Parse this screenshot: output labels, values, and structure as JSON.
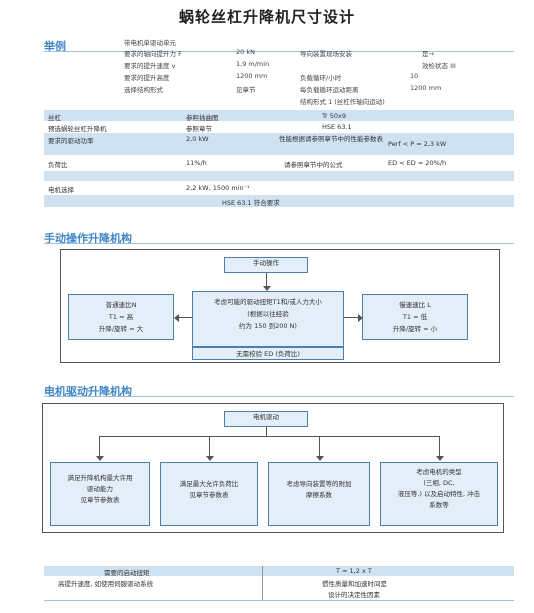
{
  "page": {
    "title": "蜗轮丝杠升降机尺寸设计"
  },
  "sections": {
    "example": "举例",
    "manual": "手动操作升降机构",
    "motor": "电机驱动升降机构"
  },
  "example": {
    "left": [
      {
        "label": "带电机单驱动单元",
        "value": ""
      },
      {
        "label": "要求的轴向提升力 F",
        "value": "20 kN"
      },
      {
        "label": "要求的提升速度 v",
        "value": "1,9 m/min"
      },
      {
        "label": "要求的提升高度",
        "value": "1200 mm"
      },
      {
        "label": "选择结构形式",
        "value": "见章节"
      }
    ],
    "right": [
      {
        "label": "导向装置现场安装",
        "value": "是→"
      },
      {
        "label": "",
        "value": "效检状态 III"
      },
      {
        "label": "负载循环/小时",
        "value": "10"
      },
      {
        "label": "每负载循环运动距离",
        "value": "1200 mm"
      },
      {
        "label": "结构形式 1 (丝杠作轴向运动)",
        "value": ""
      }
    ]
  },
  "table": {
    "rows": [
      {
        "c1": "丝杠",
        "c2": "参照插曲图",
        "c3": "Tr 50x9",
        "c4": "",
        "shade": true
      },
      {
        "c1": "预选蜗轮丝杠升降机",
        "c2": "参照章节",
        "c3": "HSE 63.1",
        "c4": "",
        "shade": false
      },
      {
        "c1": "要求的驱动功率",
        "c2": "2,0 kW",
        "c3": "性能根据请参照章节中的性能参数表",
        "c4": "Perf < P = 2,3 kW",
        "shade": true
      },
      {
        "c1": "负荷比",
        "c2": "11%/h",
        "c3": "请参照章节中的公式",
        "c4": "ED < ED = 20%/h",
        "shade": false
      },
      {
        "c1": "",
        "c2": "",
        "c3": "",
        "c4": "",
        "shade": true
      },
      {
        "c1": "电机选择",
        "c2": "2,2 kW, 1500 min⁻¹",
        "c3": "",
        "c4": "",
        "shade": false
      },
      {
        "c1": "",
        "c2": "HSE 63.1 符合要求",
        "c3": "",
        "c4": "",
        "shade": true
      }
    ]
  },
  "manual_flow": {
    "head": "手动操作",
    "center_lines": [
      "考虑可能的驱动扭矩T1和/或人力大小",
      "(根据以往经验",
      "约为 150 到200 N)"
    ],
    "center_foot": "无需校验 ED (负荷比)",
    "left_lines": [
      "普通速比N",
      "T1 = 高",
      "升降/旋转 = 大"
    ],
    "right_lines": [
      "慢速速比 L",
      "T1 = 低",
      "升降/旋转 = 小"
    ]
  },
  "motor_flow": {
    "head": "电机驱动",
    "boxes": [
      [
        "满足升降机构最大许用",
        "驱动能力",
        "见章节参数表"
      ],
      [
        "满足最大允许负荷比",
        "见章节参数表"
      ],
      [
        "考虑导向装置等的附加",
        "摩擦系数"
      ],
      [
        "考虑电机的类型",
        "(三相, DC,",
        "液压等.) 以及启动特性, 冲击",
        "系数等"
      ]
    ]
  },
  "bottom": {
    "rows": [
      {
        "left": "需要的启动扭矩",
        "right": "T = 1,2 x T",
        "shade": true
      },
      {
        "left": "高提升速度, 如使用伺服驱动系统",
        "right": "惯性质量和加速时间是",
        "shade": false
      },
      {
        "left": "",
        "right": "设计的决定性因素",
        "shade": false
      }
    ]
  }
}
